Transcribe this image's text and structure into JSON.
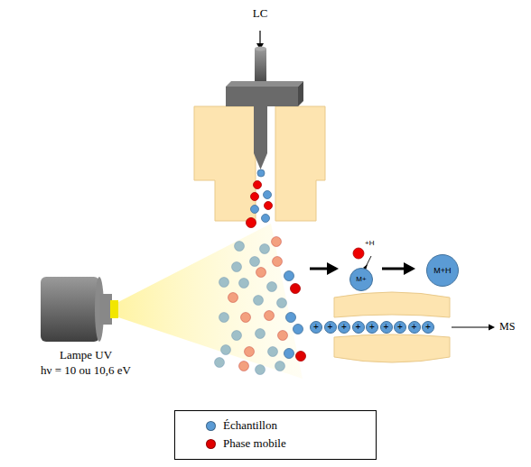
{
  "diagram": {
    "nodes": [
      {
        "text": [
          "M+"
        ]
      },
      {
        "text": [
          "M+H"
        ]
      },
      {
        "text": [
          "+"
        ]
      },
      {
        "text": [
          "+"
        ]
      },
      {
        "text": [
          "+"
        ]
      },
      {
        "text": [
          "+"
        ]
      },
      {
        "text": [
          "+"
        ]
      },
      {
        "text": [
          "+"
        ]
      },
      {
        "text": [
          "+"
        ]
      },
      {
        "text": [
          "+"
        ]
      },
      {
        "text": [
          "+"
        ]
      }
    ],
    "edges": [
      {
        "from": 0,
        "to": 1,
        "arrow": "to"
      }
    ],
    "labels": [
      "LC",
      "Lampe UV",
      "hν = 10 ou 10,6 eV",
      "+H",
      "MS"
    ],
    "legend": [
      {
        "text": "Échantillon",
        "color": "#5b9bd5"
      },
      {
        "text": "Phase mobile",
        "color": "#e00000"
      }
    ]
  }
}
